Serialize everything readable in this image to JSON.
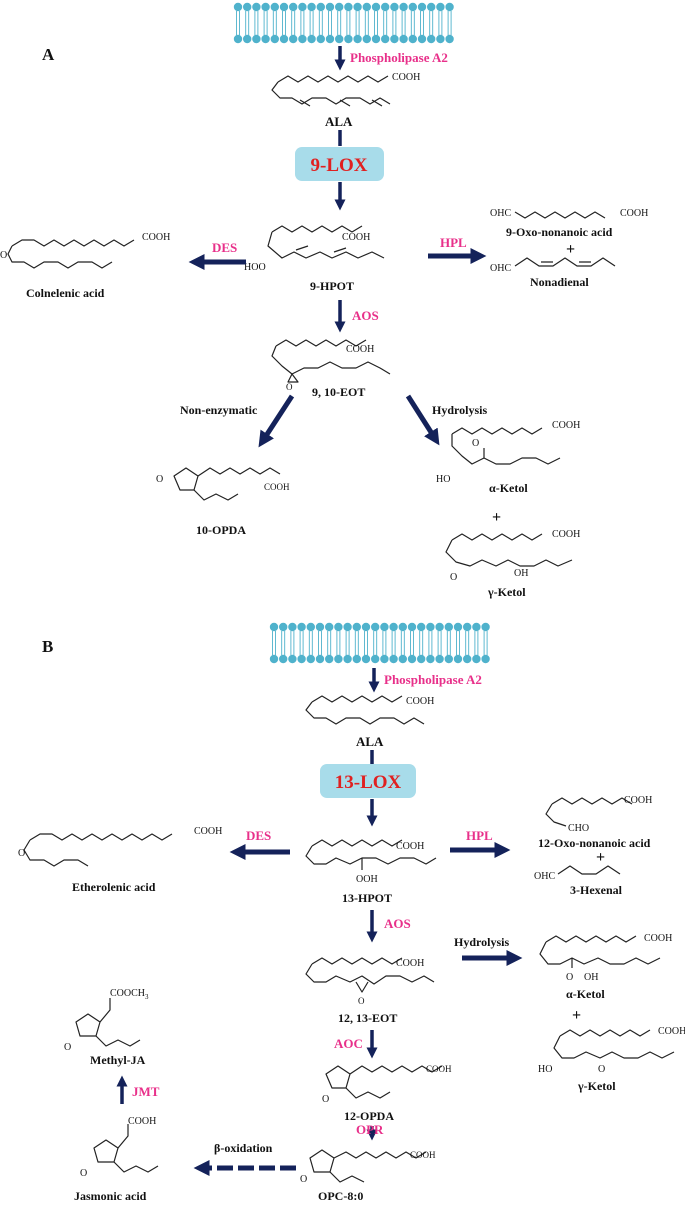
{
  "panel_a": {
    "letter": "A",
    "enzyme_pla2": "Phospholipase A2",
    "ala": "ALA",
    "lox": "9-LOX",
    "enzyme_des": "DES",
    "enzyme_hpl": "HPL",
    "enzyme_aos": "AOS",
    "hpot": "9-HPOT",
    "colnelenic": "Colnelenic acid",
    "oxo_acid": "9-Oxo-nonanoic  acid",
    "plus1": "+",
    "nonadienal": "Nonadienal",
    "eot": "9, 10-EOT",
    "non_enzymatic": "Non-enzymatic",
    "hydrolysis": "Hydrolysis",
    "opda": "10-OPDA",
    "alpha_ketol": "α-Ketol",
    "plus2": "+",
    "gamma_ketol": "γ-Ketol"
  },
  "panel_b": {
    "letter": "B",
    "enzyme_pla2": "Phospholipase A2",
    "ala": "ALA",
    "lox": "13-LOX",
    "enzyme_des": "DES",
    "enzyme_hpl": "HPL",
    "enzyme_aos": "AOS",
    "hpot": "13-HPOT",
    "etherolenic": "Etherolenic acid",
    "oxo_acid": "12-Oxo-nonanoic  acid",
    "plus1": "+",
    "hexenal": "3-Hexenal",
    "hydrolysis": "Hydrolysis",
    "eot": "12, 13-EOT",
    "alpha_ketol": "α-Ketol",
    "plus2": "+",
    "gamma_ketol": "γ-Ketol",
    "enzyme_aoc": "AOC",
    "opda": "12-OPDA",
    "methyl_ja": "Methyl-JA",
    "enzyme_jmt": "JMT",
    "enzyme_opr": "OPR",
    "beta_ox": "β-oxidation",
    "jasmonic": "Jasmonic acid",
    "opc": "OPC-8:0"
  },
  "chem": {
    "cooh": "COOH",
    "ohc": "OHC",
    "cho": "CHO",
    "hoo": "HOO",
    "ooh": "OOH",
    "oh": "OH",
    "ho": "HO",
    "o": "O",
    "cooch3": "COOCH",
    "sub3": "3"
  },
  "colors": {
    "enzyme": "#e8308a",
    "lox_text": "#e02020",
    "lox_box": "#a8dcea",
    "arrow": "#14225a",
    "membrane": "#4fb2cc"
  }
}
